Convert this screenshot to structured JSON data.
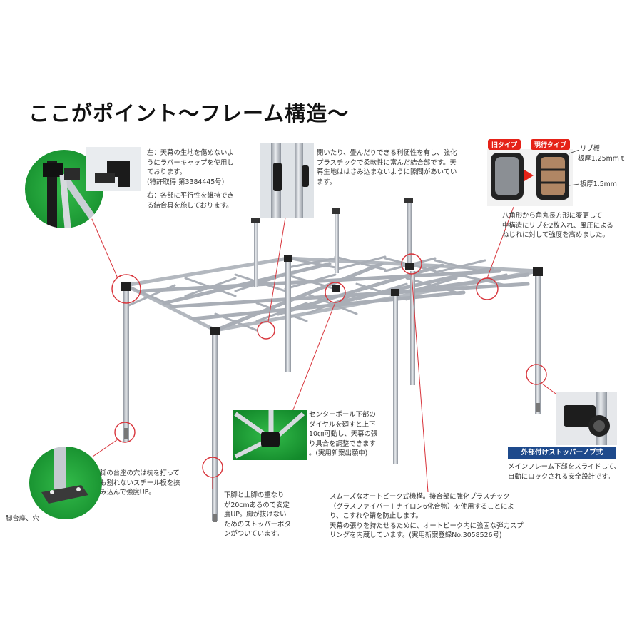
{
  "title": "ここがポイント〜フレーム構造〜",
  "top_left_note": {
    "lines": [
      "左：天幕の生地を傷めないよ",
      "うにラバーキャップを使用し",
      "ております。",
      "(特許取得 第3384445号)"
    ],
    "lines2": [
      "右：各部に平行性を維持でき",
      "る結合具を施しております。"
    ]
  },
  "top_mid_note": {
    "lines": [
      "閉いたり、畳んだりできる利便性を有し、強化",
      "プラスチックで柔軟性に富んだ結合部です。天",
      "幕生地ははさみ込まないように隙間があいてい",
      "ます。"
    ]
  },
  "top_right": {
    "old_label": "旧タイプ",
    "new_label": "現行タイプ",
    "rib_label": "リブ板",
    "rib_thickness": "板厚1.25mmｔ",
    "plate_thickness": "板厚1.5mm",
    "lines": [
      "八角形から角丸長方形に変更して",
      "中構造にリブを2枚入れ、風圧による",
      "ねじれに対して強度を高めました。"
    ]
  },
  "bottom_left": {
    "lines": [
      "脚の台座の穴は杭を打って",
      "も割れないスチール板を挟",
      "み込んで強度UP。"
    ],
    "caption": "脚台座、穴"
  },
  "leg_note": {
    "lines": [
      "下脚と上脚の重なり",
      "が20cmあるので安定",
      "度UP。脚が抜けない",
      "ためのストッパーボタ",
      "ンがついています。"
    ]
  },
  "center_pole_note": {
    "lines": [
      "センターポール下部の",
      "ダイヤルを廻すと上下",
      "10㎝可動し、天幕の張",
      "り具合を調整できます",
      "。(実用新案出願中)"
    ]
  },
  "autopeak_note": {
    "lines": [
      "スムーズなオートピーク式機構。接合部に強化プラスチック",
      "（グラスファイバー＋ナイロン6化合物）を使用することによ",
      "り、こすれや錆を防止します。",
      "天幕の張りを持たせるために、オートピーク内に強固な弾力スプ",
      "リングを内蔵しています。(実用新案登録No.3058526号)"
    ]
  },
  "stopper": {
    "label": "外部付けストッパーノブ式",
    "lines": [
      "メインフレーム下部をスライドして、",
      "自動にロックされる安全設計です。"
    ]
  },
  "colors": {
    "green": "#1fa63a",
    "red_line": "#d8333a",
    "frame": "#b9bec6",
    "blue": "#1e4a8c",
    "tag_red": "#e52218"
  }
}
